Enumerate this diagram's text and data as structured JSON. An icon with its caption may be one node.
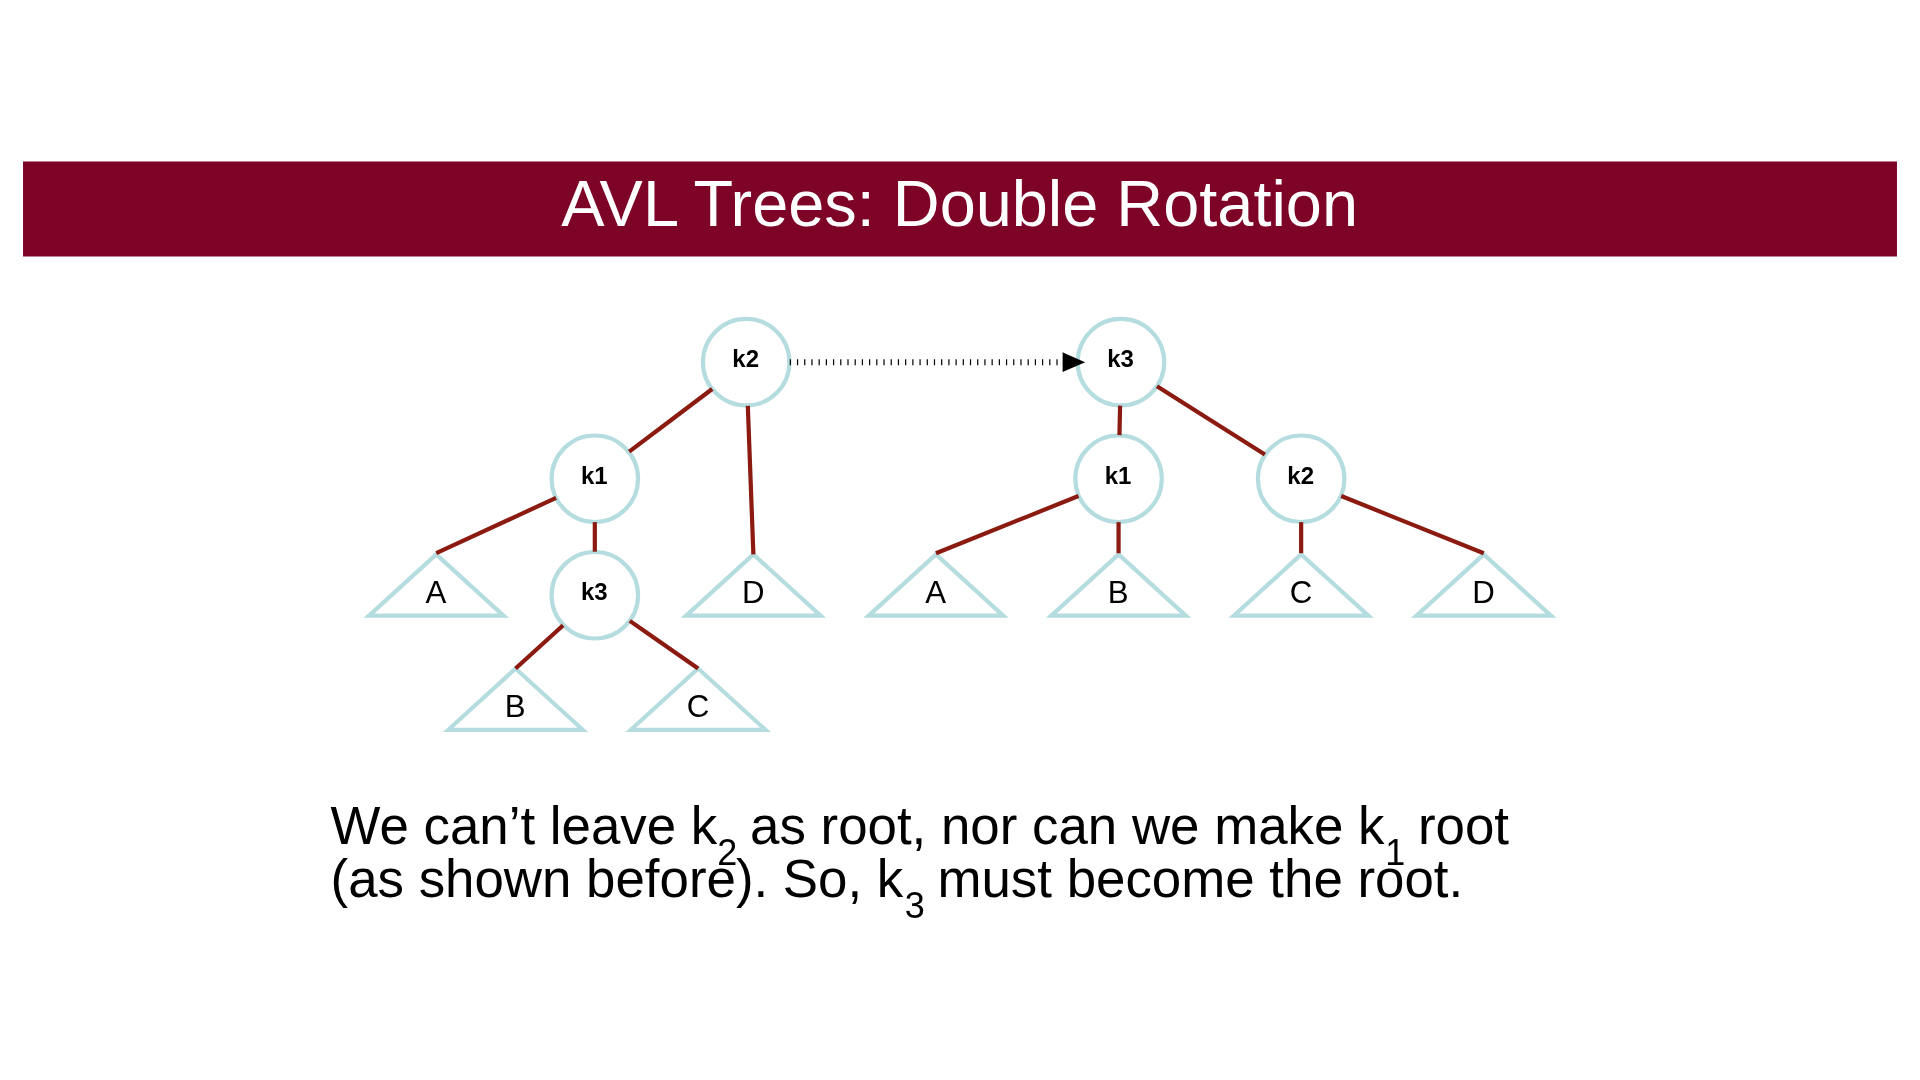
{
  "diagram": {
    "title": "AVL Trees: Double Rotation",
    "caption": "We can’t leave k$_{2}$ as root, nor can we make k$_{1}$ root (as shown before). So, k$_{3}$ must become the root.",
    "nodes": [
      {
        "text": [
          "k2"
        ]
      },
      {
        "text": [
          "k1"
        ]
      },
      {
        "text": [
          "k3"
        ]
      },
      {
        "text": [
          "D"
        ]
      },
      {
        "text": [
          "A"
        ]
      },
      {
        "text": [
          "B"
        ]
      },
      {
        "text": [
          "C"
        ]
      },
      {
        "text": [
          "k3"
        ]
      },
      {
        "text": [
          "k1"
        ]
      },
      {
        "text": [
          "k2"
        ]
      },
      {
        "text": [
          "B"
        ]
      },
      {
        "text": [
          "C"
        ]
      },
      {
        "text": [
          "A"
        ]
      },
      {
        "text": [
          "D"
        ]
      }
    ],
    "edges": [
      {
        "from": 0,
        "to": 1,
        "arrow": "none"
      },
      {
        "from": 0,
        "to": 3,
        "arrow": "none"
      },
      {
        "from": 1,
        "to": 4,
        "arrow": "none"
      },
      {
        "from": 1,
        "to": 2,
        "arrow": "none"
      },
      {
        "from": 2,
        "to": 5,
        "arrow": "none"
      },
      {
        "from": 2,
        "to": 6,
        "arrow": "none"
      },
      {
        "from": 7,
        "to": 8,
        "arrow": "none"
      },
      {
        "from": 7,
        "to": 9,
        "arrow": "none"
      },
      {
        "from": 8,
        "to": 12,
        "arrow": "none"
      },
      {
        "from": 8,
        "to": 10,
        "arrow": "none"
      },
      {
        "from": 9,
        "to": 11,
        "arrow": "none"
      },
      {
        "from": 9,
        "to": 13,
        "arrow": "none"
      },
      {
        "from": 0,
        "to": 7,
        "arrow": "to",
        "style": "dashed",
        "color": "#000000"
      }
    ]
  }
}
